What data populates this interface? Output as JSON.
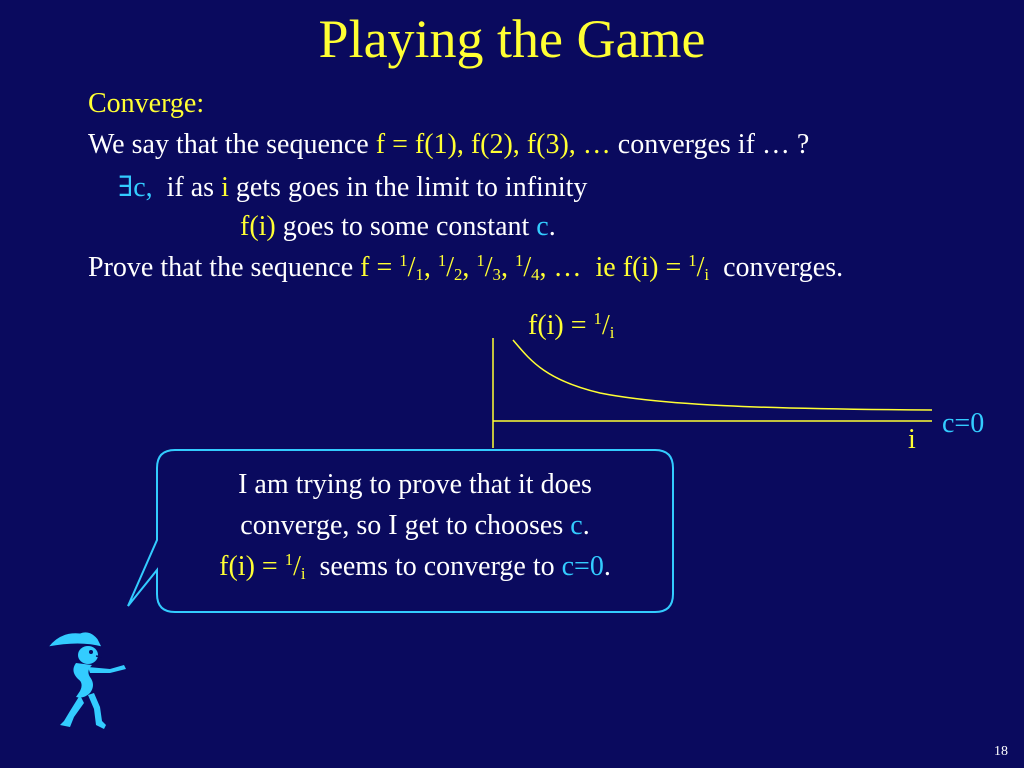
{
  "title": "Playing the Game",
  "converge_label": "Converge:",
  "line2": {
    "a": "We say that the sequence ",
    "seq": "f = f(1), f(2), f(3), …",
    "b": " converges if … ?"
  },
  "line3": {
    "exists": "∃c,",
    "a": "  if as ",
    "i": "i",
    "b": " gets goes in the limit to infinity"
  },
  "line4": {
    "fi": "f(i)",
    "a": " goes to some constant ",
    "c": "c",
    "b": "."
  },
  "line5": {
    "a": "Prove that the sequence ",
    "seq_prefix": "f = ",
    "t1_num": "1",
    "t1_den": "1",
    "sep1": ", ",
    "t2_num": "1",
    "t2_den": "2",
    "sep2": ", ",
    "t3_num": "1",
    "t3_den": "3",
    "sep3": ", ",
    "t4_num": "1",
    "t4_den": "4",
    "sep4": ", …  ie f(i) = ",
    "t5_num": "1",
    "t5_den": "i",
    "b": "  converges."
  },
  "graph": {
    "func_prefix": "f(i) = ",
    "func_num": "1",
    "func_den": "i",
    "x_label": "i",
    "limit_label": "c=0"
  },
  "bubble": {
    "l1": "I am trying to prove that it does",
    "l2a": "converge, so I get to chooses ",
    "l2c": "c",
    "l2b": ".",
    "l3_prefix": "f(i) = ",
    "l3_num": "1",
    "l3_den": "i",
    "l3a": "  seems to converge to ",
    "l3c": "c=0",
    "l3b": "."
  },
  "slide_number": "18",
  "colors": {
    "background": "#0a0a5e",
    "highlight": "#ffff33",
    "accent": "#33ccff",
    "text": "#ffffff"
  },
  "icons": {
    "character": "pirate-character-icon"
  }
}
